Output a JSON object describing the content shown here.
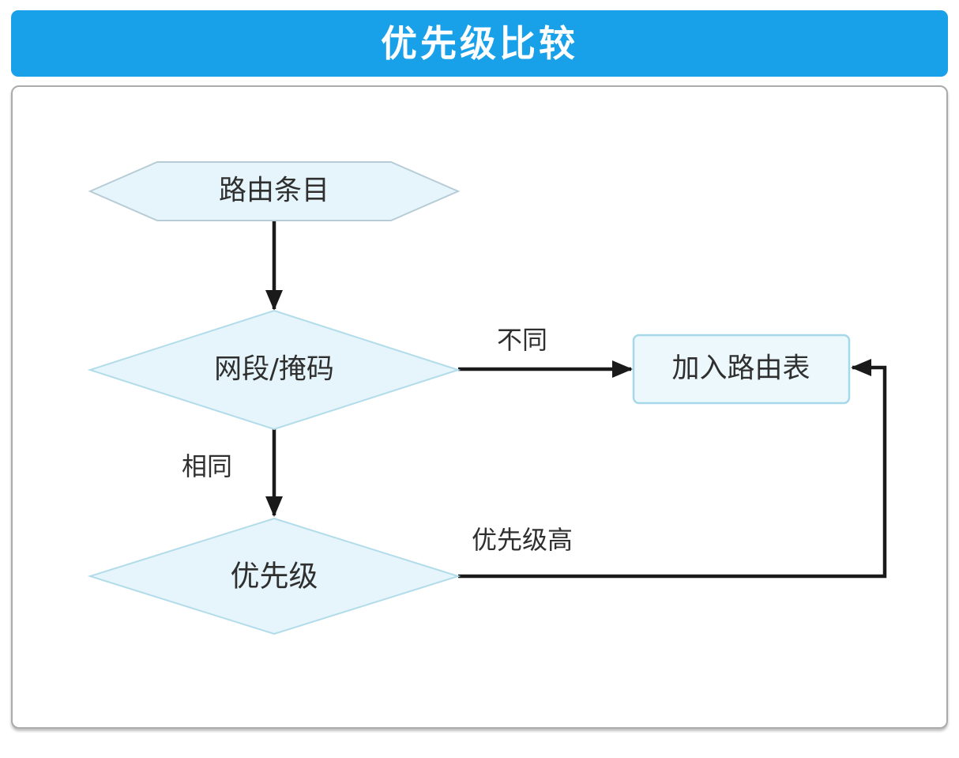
{
  "header": {
    "title": "优先级比较",
    "bg_color": "#18a0e8",
    "text_color": "#ffffff"
  },
  "flowchart": {
    "nodes": [
      {
        "id": "route-entry",
        "shape": "hexagon",
        "label": "路由条目"
      },
      {
        "id": "segment-mask",
        "shape": "diamond",
        "label": "网段/掩码"
      },
      {
        "id": "add-to-routing-table",
        "shape": "rectangle",
        "label": "加入路由表"
      },
      {
        "id": "priority",
        "shape": "diamond",
        "label": "优先级"
      }
    ],
    "edges": [
      {
        "id": "entry-to-segment",
        "from": "route-entry",
        "to": "segment-mask",
        "label": ""
      },
      {
        "id": "different",
        "from": "segment-mask",
        "to": "add-to-routing-table",
        "label": "不同"
      },
      {
        "id": "same",
        "from": "segment-mask",
        "to": "priority",
        "label": "相同"
      },
      {
        "id": "priority-high",
        "from": "priority",
        "to": "add-to-routing-table",
        "label": "优先级高"
      }
    ],
    "colors": {
      "node_fill": "#e6f5fb",
      "hexagon_border": "#b7ccd6",
      "diamond_border": "#b2dcea",
      "rect_border": "#a6d8ea",
      "line": "#1a1a1a",
      "label": "#2f2f2f"
    }
  }
}
